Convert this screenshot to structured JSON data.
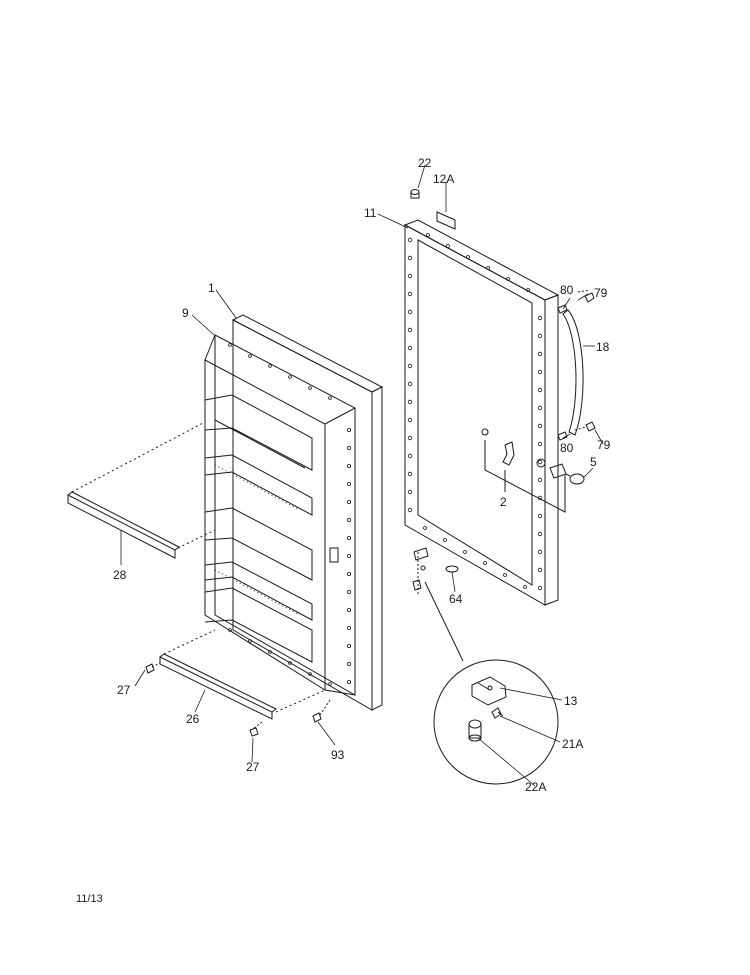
{
  "diagram": {
    "part_labels": {
      "p1": "1",
      "p2": "2",
      "p5": "5",
      "p9": "9",
      "p11": "11",
      "p12a": "12A",
      "p13": "13",
      "p18": "18",
      "p21a": "21A",
      "p22": "22",
      "p22a": "22A",
      "p26": "26",
      "p27a": "27",
      "p27b": "27",
      "p28": "28",
      "p64": "64",
      "p79a": "79",
      "p79b": "79",
      "p80a": "80",
      "p80b": "80",
      "p93": "93"
    },
    "footer_code": "11/13",
    "line_color": "#1a1a1a"
  }
}
